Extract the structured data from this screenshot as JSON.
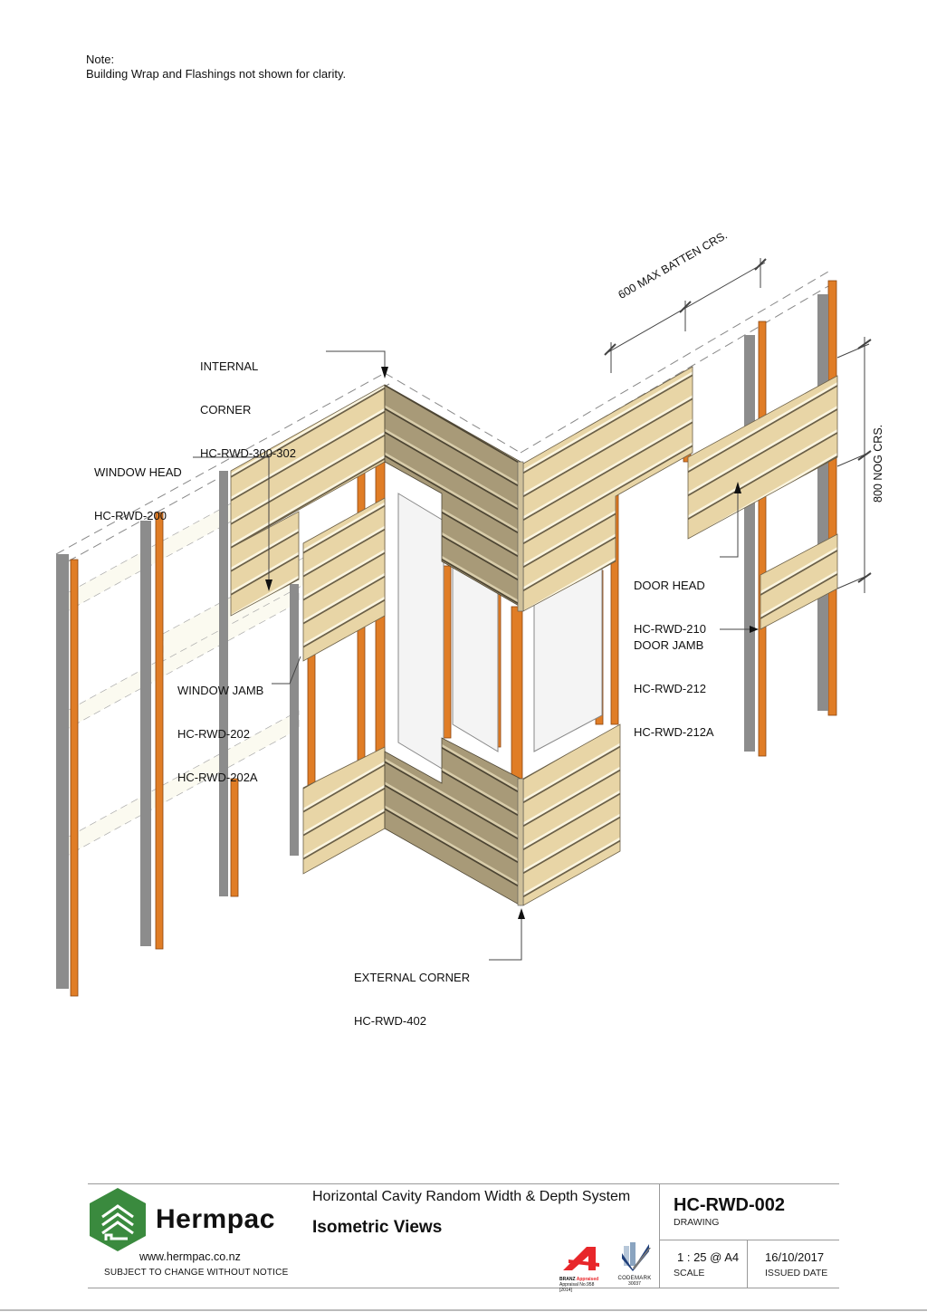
{
  "note": {
    "heading": "Note:",
    "text": "Building Wrap and Flashings not shown for clarity."
  },
  "callouts": {
    "internal_corner": [
      "INTERNAL",
      "CORNER",
      "HC-RWD-300-302"
    ],
    "window_head": [
      "WINDOW HEAD",
      "HC-RWD-200"
    ],
    "window_jamb": [
      "WINDOW JAMB",
      "HC-RWD-202",
      "HC-RWD-202A"
    ],
    "door_head": [
      "DOOR HEAD",
      "HC-RWD-210"
    ],
    "door_jamb": [
      "DOOR JAMB",
      "HC-RWD-212",
      "HC-RWD-212A"
    ],
    "external_corner": [
      "EXTERNAL CORNER",
      "HC-RWD-402"
    ]
  },
  "dimensions": {
    "batten_spacing": "600 MAX BATTEN CRS.",
    "nog_spacing": "800 NOG CRS."
  },
  "colors": {
    "timber_batten": "#e07d26",
    "cladding_light": "#e8d5a6",
    "cladding_shadow": "#a89a78",
    "framing_grey": "#8c8c8c",
    "brand_green": "#3a8a3e",
    "branz_red": "#e8262a",
    "codemark_blue": "#1f3f7a"
  },
  "title_block": {
    "company": "Hermpac",
    "website": "www.hermpac.co.nz",
    "disclaimer": "SUBJECT TO CHANGE WITHOUT NOTICE",
    "system_title": "Horizontal Cavity Random Width & Depth System",
    "sheet_title": "Isometric Views",
    "drawing_number": "HC-RWD-002",
    "drawing_label": "DRAWING",
    "scale_value": "1 : 25 @ A4",
    "scale_label": "SCALE",
    "issued_date": "16/10/2017",
    "issued_label": "ISSUED DATE",
    "branz": {
      "name": "BRANZ",
      "status": "Appraised",
      "approval": "Appraisal No.958 [2014]"
    },
    "codemark": {
      "name": "CODEMARK",
      "number": "30037"
    }
  }
}
